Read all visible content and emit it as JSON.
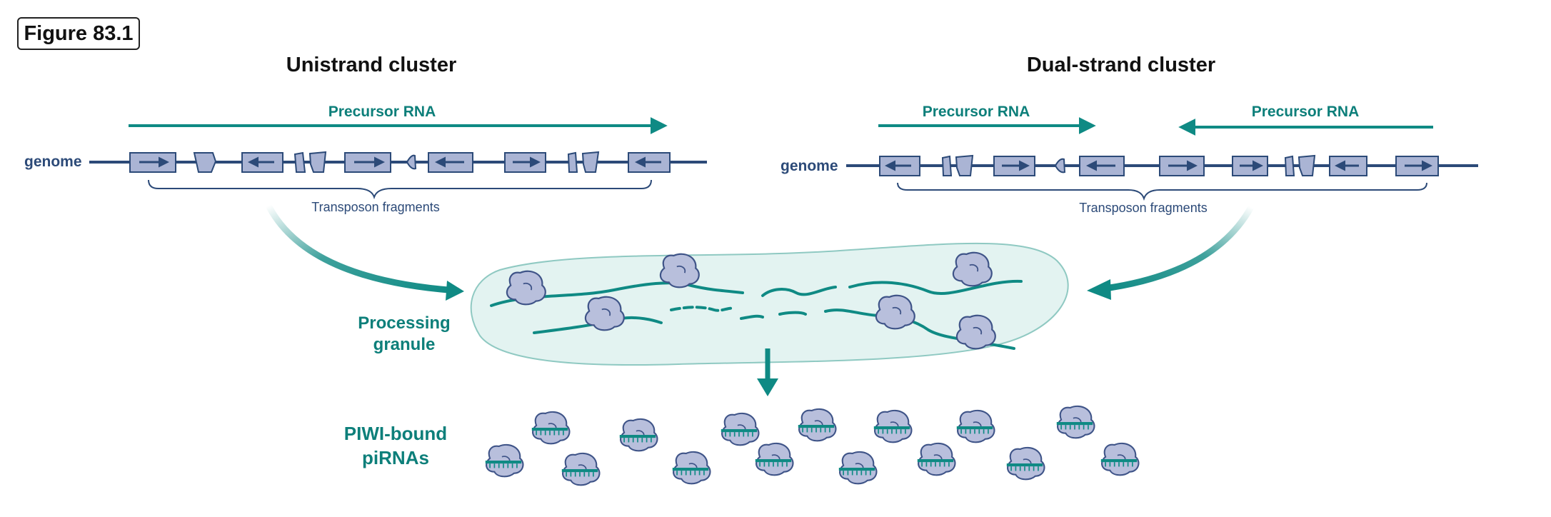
{
  "figure_label": "Figure 83.1",
  "unistrand": {
    "title": "Unistrand cluster",
    "precursor_label": "Precursor RNA",
    "genome_label": "genome",
    "fragments_label": "Transposon fragments"
  },
  "dualstrand": {
    "title": "Dual-strand cluster",
    "precursor_left_label": "Precursor RNA",
    "precursor_right_label": "Precursor RNA",
    "genome_label": "genome",
    "fragments_label": "Transposon fragments"
  },
  "granule": {
    "label_line1": "Processing",
    "label_line2": "granule"
  },
  "piwi": {
    "label_line1": "PIWI-bound",
    "label_line2": "piRNAs"
  },
  "colors": {
    "teal": "#0f8a84",
    "navy": "#2c4a78",
    "element_fill": "#aab4d4",
    "protein_fill": "#b8bfdc",
    "granule_fill": "#e3f3f1"
  }
}
